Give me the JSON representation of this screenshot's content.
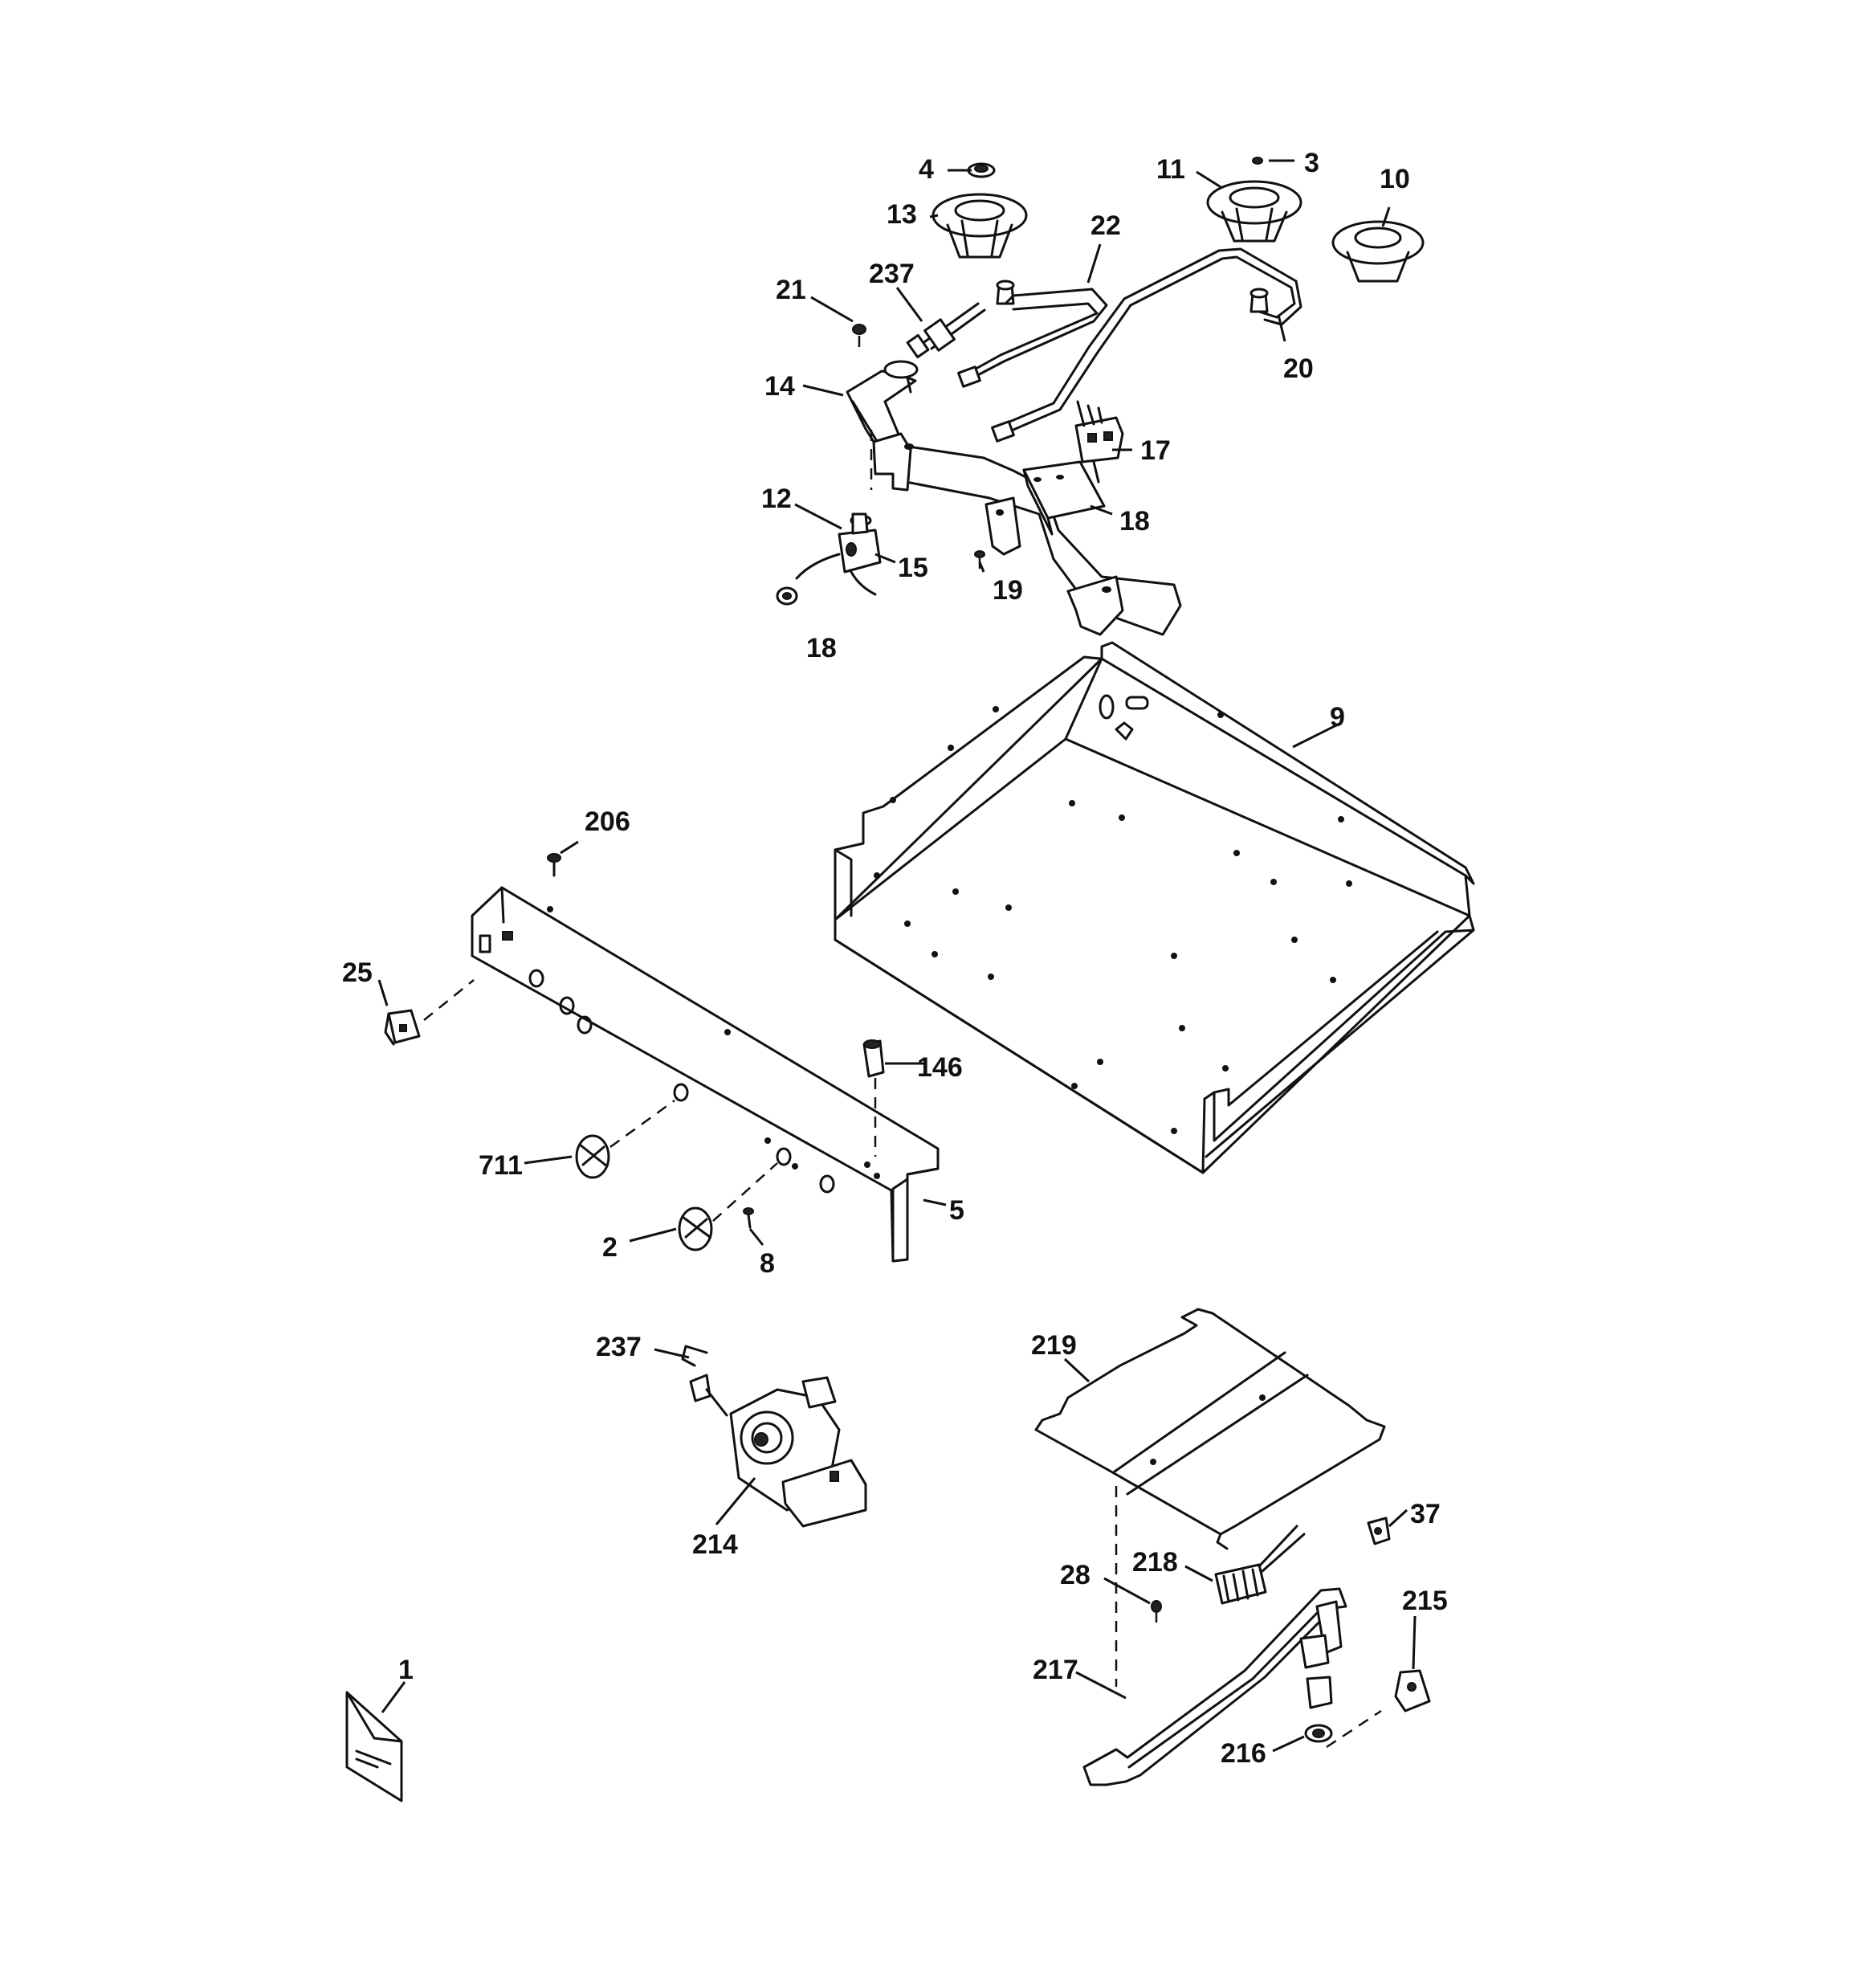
{
  "callouts": {
    "c4": "4",
    "c11": "11",
    "c3": "3",
    "c13": "13",
    "c10": "10",
    "c22": "22",
    "c237a": "237",
    "c21": "21",
    "c20": "20",
    "c14": "14",
    "c17": "17",
    "c12": "12",
    "c18a": "18",
    "c15": "15",
    "c19": "19",
    "c18b": "18",
    "c9": "9",
    "c206": "206",
    "c25": "25",
    "c146": "146",
    "c711": "711",
    "c5": "5",
    "c2": "2",
    "c8": "8",
    "c237b": "237",
    "c219": "219",
    "c214": "214",
    "c37": "37",
    "c218": "218",
    "c28": "28",
    "c215": "215",
    "c217": "217",
    "c216": "216",
    "c1": "1"
  }
}
